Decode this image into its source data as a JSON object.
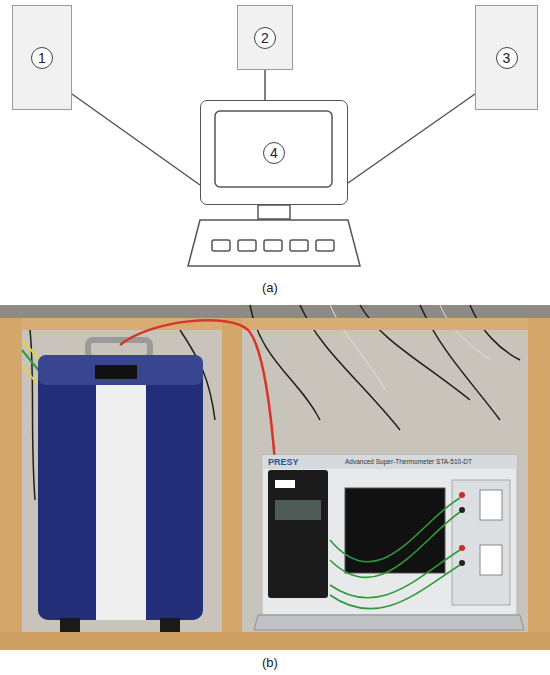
{
  "diagram": {
    "nodes": [
      {
        "text": [
          "1"
        ]
      },
      {
        "text": [
          "2"
        ]
      },
      {
        "text": [
          "3"
        ]
      },
      {
        "text": [
          "4"
        ]
      }
    ],
    "edges": [
      {
        "from": 0,
        "to": 3,
        "arrow": "none"
      },
      {
        "from": 1,
        "to": 3,
        "arrow": "none"
      },
      {
        "from": 2,
        "to": 3,
        "arrow": "none"
      }
    ],
    "labels": [
      "(a)",
      "(b)",
      "PRESY",
      "Advanced Super-Thermometer STA-510-DT"
    ]
  }
}
